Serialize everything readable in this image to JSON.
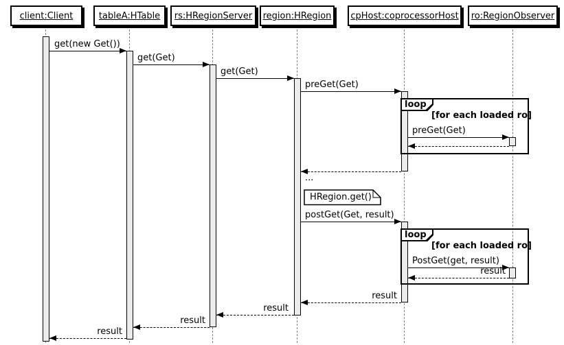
{
  "diagram": {
    "type": "uml-sequence-diagram",
    "participants": [
      {
        "label": "client:Client"
      },
      {
        "label": "tableA:HTable"
      },
      {
        "label": "rs:HRegionServer"
      },
      {
        "label": "region:HRegion"
      },
      {
        "label": "cpHost:coprocessorHost"
      },
      {
        "label": "ro:RegionObserver"
      }
    ],
    "messages": [
      {
        "from": "client",
        "to": "tableA",
        "label": "get(new Get())",
        "kind": "call"
      },
      {
        "from": "tableA",
        "to": "rs",
        "label": "get(Get)",
        "kind": "call"
      },
      {
        "from": "rs",
        "to": "region",
        "label": "get(Get)",
        "kind": "call"
      },
      {
        "from": "region",
        "to": "cpHost",
        "label": "preGet(Get)",
        "kind": "call"
      },
      {
        "from": "cpHost",
        "to": "ro",
        "label": "preGet(Get)",
        "kind": "call",
        "fragment": 0
      },
      {
        "from": "ro",
        "to": "cpHost",
        "label": "",
        "kind": "return",
        "fragment": 0
      },
      {
        "from": "cpHost",
        "to": "region",
        "label": "",
        "kind": "return"
      },
      {
        "from": "region",
        "to": "cpHost",
        "label": "postGet(Get, result)",
        "kind": "call"
      },
      {
        "from": "cpHost",
        "to": "ro",
        "label": "PostGet(get, result)",
        "kind": "call",
        "fragment": 1
      },
      {
        "from": "ro",
        "to": "cpHost",
        "label": "result",
        "kind": "return",
        "fragment": 1
      },
      {
        "from": "cpHost",
        "to": "region",
        "label": "result",
        "kind": "return"
      },
      {
        "from": "region",
        "to": "rs",
        "label": "result",
        "kind": "return"
      },
      {
        "from": "rs",
        "to": "tableA",
        "label": "result",
        "kind": "return"
      },
      {
        "from": "tableA",
        "to": "client",
        "label": "result",
        "kind": "return"
      }
    ],
    "fragments": [
      {
        "operator": "loop",
        "guard": "[for each loaded ro]"
      },
      {
        "operator": "loop",
        "guard": "[for each loaded ro]"
      }
    ],
    "note": {
      "text": "HRegion.get()"
    },
    "ellipsis": {
      "text": "..."
    },
    "colors": {
      "background": "#FFFFFF",
      "line": "#000000",
      "activation_fill": "#ECECEC",
      "lifeline": "#7E7E7E",
      "shadow": "#000000"
    }
  }
}
